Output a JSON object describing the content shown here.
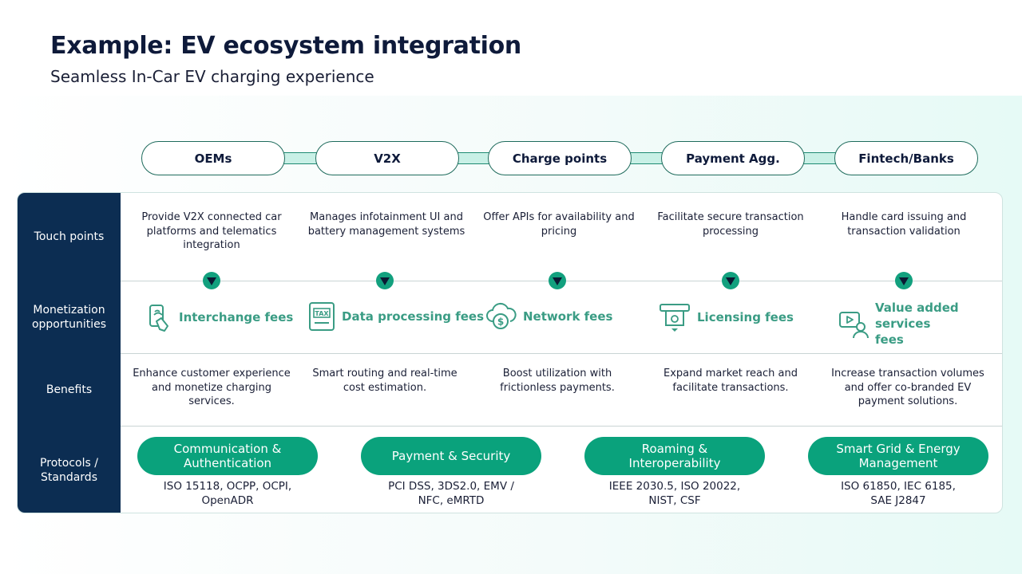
{
  "header": {
    "title": "Example: EV ecosystem integration",
    "subtitle": "Seamless In-Car EV charging experience"
  },
  "chain": [
    "OEMs",
    "V2X",
    "Charge points",
    "Payment Agg.",
    "Fintech/Banks"
  ],
  "row_labels": {
    "touch_points": "Touch points",
    "monetization": "Monetization opportunities",
    "benefits": "Benefits",
    "protocols": "Protocols / Standards"
  },
  "touch_points": [
    "Provide V2X connected car platforms and telematics integration",
    "Manages infotainment UI and battery management systems",
    "Offer APIs for availability and pricing",
    "Facilitate secure transaction processing",
    "Handle card issuing and transaction validation"
  ],
  "monetization": [
    {
      "label": "Interchange fees",
      "icon": "card-tap-icon"
    },
    {
      "label": "Data processing fees",
      "icon": "tax-document-icon"
    },
    {
      "label": "Network fees",
      "icon": "cloud-dollar-icon"
    },
    {
      "label": "Licensing fees",
      "icon": "card-terminal-icon"
    },
    {
      "label": "Value added services fees",
      "icon": "video-user-icon"
    }
  ],
  "benefits": [
    "Enhance customer experience and monetize charging services.",
    "Smart routing and real-time cost estimation.",
    "Boost utilization with frictionless payments.",
    "Expand market reach and facilitate transactions.",
    "Increase transaction volumes and offer co-branded EV payment solutions."
  ],
  "protocols": [
    {
      "category": "Communication & Authentication",
      "standards": "ISO 15118, OCPP, OCPI, OpenADR"
    },
    {
      "category": "Payment & Security",
      "standards": "PCI DSS, 3DS2.0, EMV / NFC, eMRTD"
    },
    {
      "category": "Roaming & Interoperability",
      "standards": "IEEE 2030.5, ISO 20022, NIST, CSF"
    },
    {
      "category": "Smart Grid & Energy Management",
      "standards": "ISO 61850, IEC 6185, SAE J2847"
    }
  ],
  "colors": {
    "navy": "#0c2d52",
    "accent_green": "#0aa27c",
    "icon_green": "#3a9c84"
  }
}
